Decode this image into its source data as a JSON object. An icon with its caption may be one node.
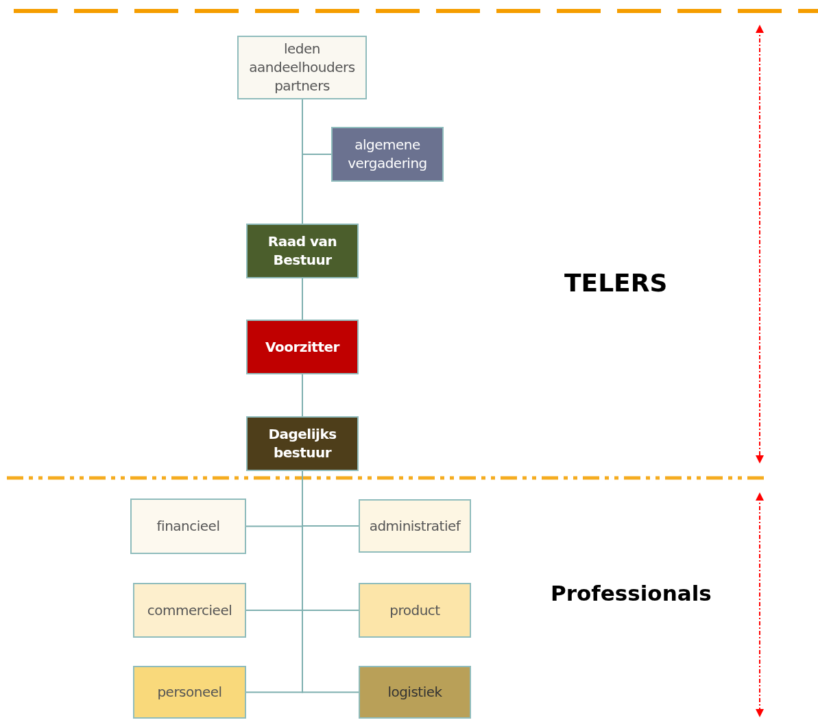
{
  "diagram": {
    "nodes": [
      {
        "text": [
          "leden aandeelhouders partners"
        ]
      },
      {
        "text": [
          "algemene vergadering"
        ]
      },
      {
        "text": [
          "Raad van Bestuur"
        ]
      },
      {
        "text": [
          "Voorzitter"
        ]
      },
      {
        "text": [
          "Dagelijks bestuur"
        ]
      },
      {
        "text": [
          "financieel"
        ]
      },
      {
        "text": [
          "administratief"
        ]
      },
      {
        "text": [
          "commercieel"
        ]
      },
      {
        "text": [
          "product"
        ]
      },
      {
        "text": [
          "personeel"
        ]
      },
      {
        "text": [
          "logistiek"
        ]
      }
    ],
    "edges": [
      {
        "from": 0,
        "to": 1,
        "arrow": "none"
      },
      {
        "from": 0,
        "to": 2,
        "arrow": "none"
      },
      {
        "from": 2,
        "to": 3,
        "arrow": "none"
      },
      {
        "from": 3,
        "to": 4,
        "arrow": "none"
      },
      {
        "from": 4,
        "to": 5,
        "arrow": "none"
      },
      {
        "from": 4,
        "to": 6,
        "arrow": "none"
      },
      {
        "from": 4,
        "to": 7,
        "arrow": "none"
      },
      {
        "from": 4,
        "to": 8,
        "arrow": "none"
      },
      {
        "from": 4,
        "to": 9,
        "arrow": "none"
      },
      {
        "from": 4,
        "to": 10,
        "arrow": "none"
      }
    ],
    "labels": [
      "TELERS",
      "Professionals"
    ]
  }
}
